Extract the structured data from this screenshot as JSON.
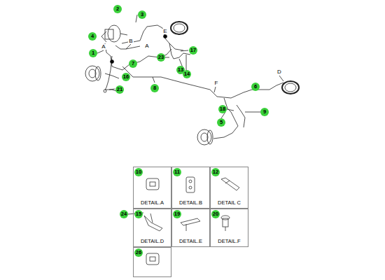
{
  "diagram": {
    "nodes": [
      {
        "text": [
          "10",
          "DETAIL.A"
        ]
      },
      {
        "text": [
          "11",
          "DETAIL.B"
        ]
      },
      {
        "text": [
          "12",
          "DETAIL C"
        ]
      },
      {
        "text": [
          "15",
          "DETAIL.D"
        ]
      },
      {
        "text": [
          "19",
          "DETAIL.E"
        ]
      },
      {
        "text": [
          "20",
          "DETAIL.F"
        ]
      },
      {
        "text": [
          "26"
        ]
      }
    ],
    "labels": [
      "2",
      "3",
      "4",
      "B",
      "1",
      "A",
      "A",
      "E",
      "17",
      "23",
      "13",
      "14",
      "16",
      "7",
      "8",
      "21",
      "F",
      "D",
      "6",
      "18",
      "9",
      "5",
      "24"
    ]
  }
}
